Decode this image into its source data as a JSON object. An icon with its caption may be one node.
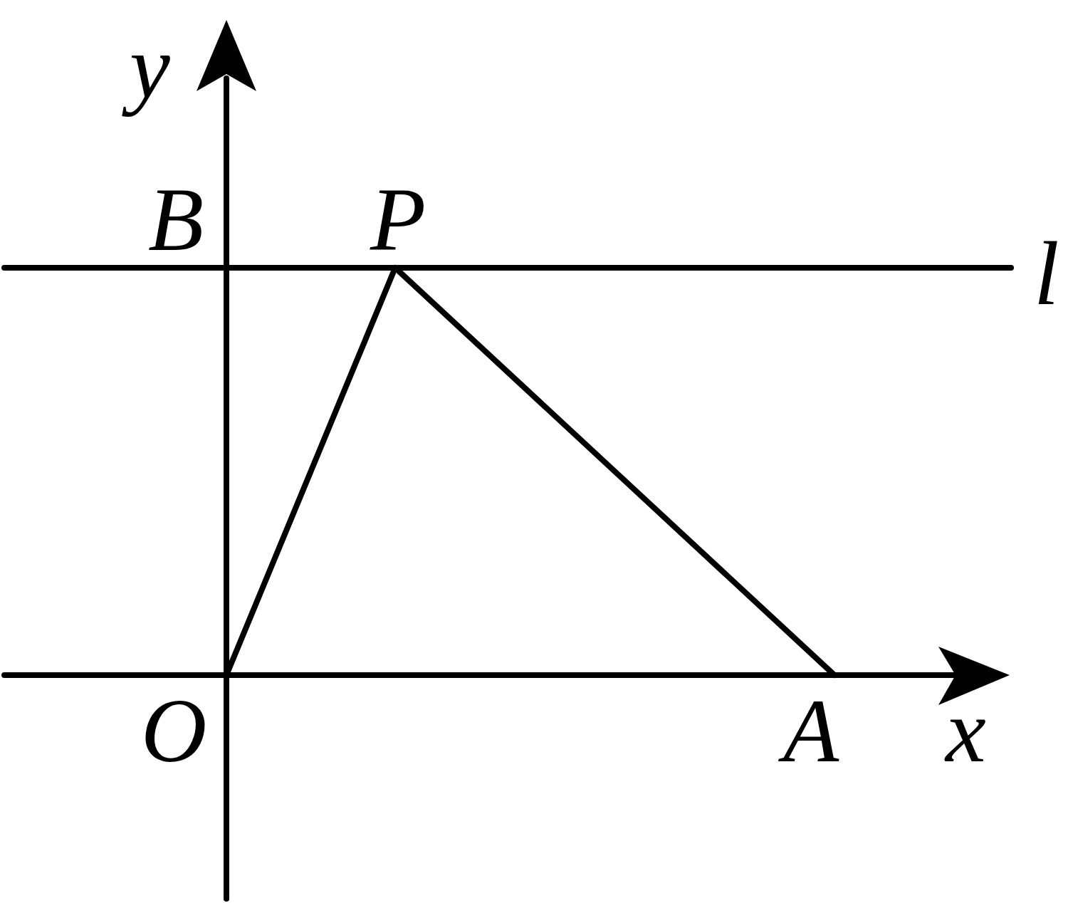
{
  "diagram": {
    "nodes": [
      {
        "text": [
          "P"
        ]
      },
      {
        "text": [
          "O"
        ]
      },
      {
        "text": [
          "A"
        ]
      }
    ],
    "edges": [
      {
        "from": 1,
        "to": 0,
        "arrow": "none"
      },
      {
        "from": 0,
        "to": 2,
        "arrow": "none"
      }
    ],
    "labels": [
      "y",
      "B",
      "l",
      "x"
    ]
  }
}
